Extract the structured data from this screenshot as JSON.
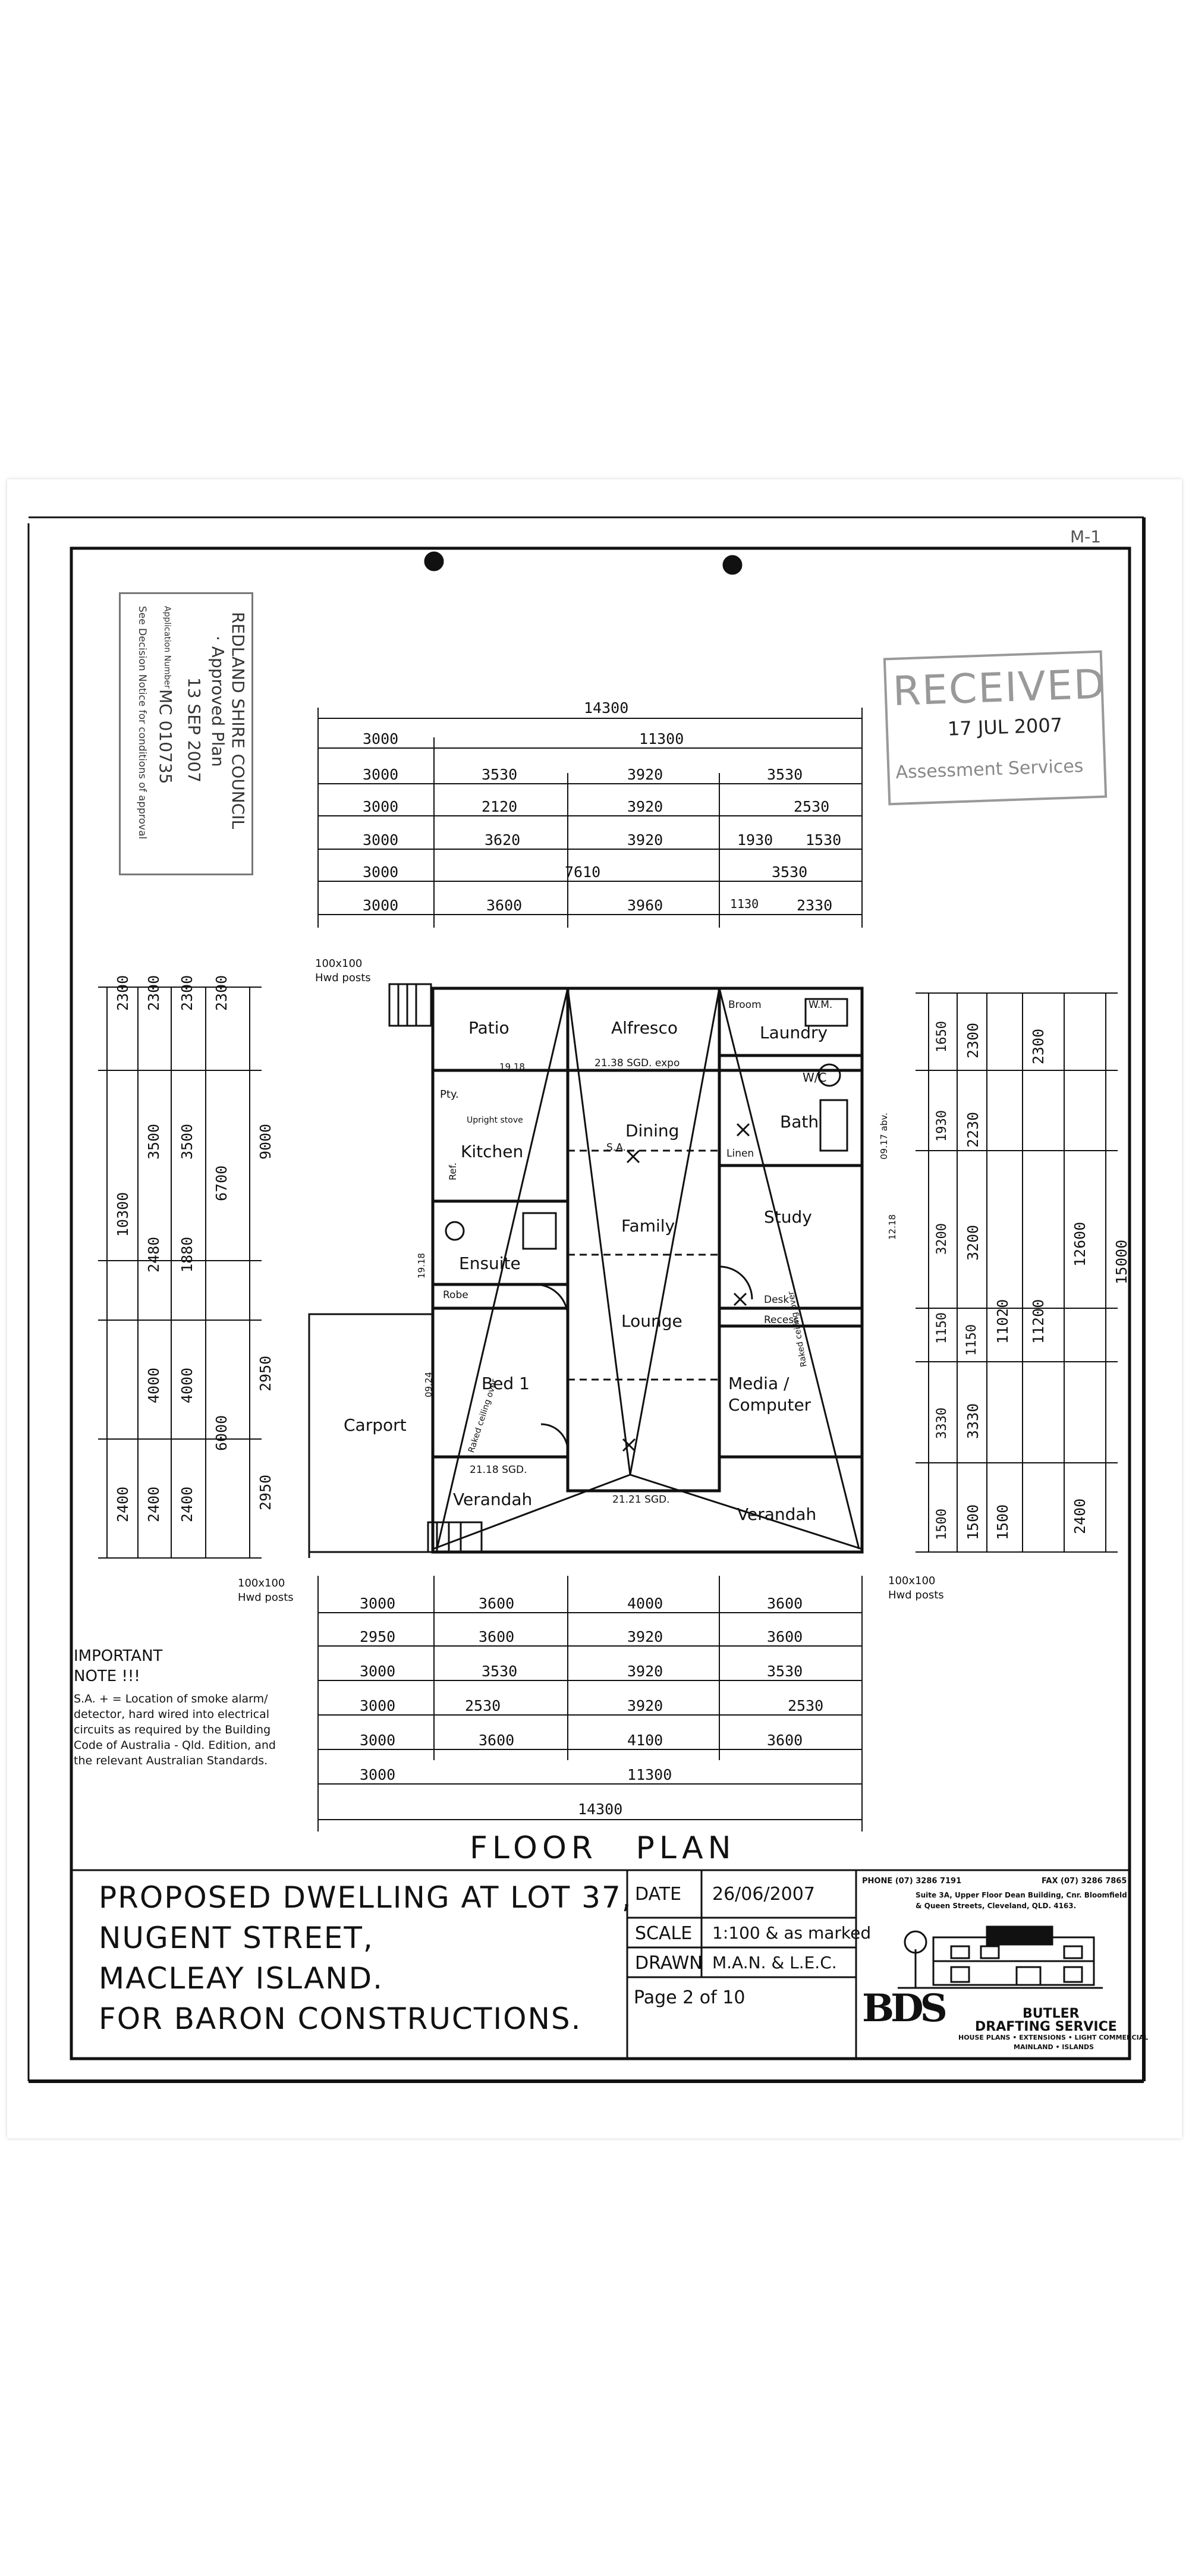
{
  "page_mark": "M-1",
  "approval_stamp": {
    "council": "REDLAND SHIRE COUNCIL",
    "status": "· Approved Plan",
    "date": "13 SEP 2007",
    "application_label": "Application Number",
    "application_number": "MC 010735",
    "note": "See Decision Notice for conditions of approval"
  },
  "received_stamp": {
    "title": "RECEIVED",
    "date": "17 JUL 2007",
    "dept": "Assessment Services"
  },
  "top_dimensions": {
    "overall": "14300",
    "row1": [
      "3000",
      "11300"
    ],
    "row2": [
      "3000",
      "3530",
      "3920",
      "3530"
    ],
    "row3": [
      "3000",
      "2120",
      "3920",
      "2530"
    ],
    "row4": [
      "3000",
      "3620",
      "3920",
      "1930",
      "1530"
    ],
    "row5": [
      "3000",
      "7610",
      "3530"
    ],
    "row6": [
      "3000",
      "3600",
      "3960",
      "1130",
      "2330"
    ]
  },
  "bottom_dimensions": {
    "row1": [
      "3000",
      "3600",
      "4000",
      "3600"
    ],
    "row2": [
      "2950",
      "3600",
      "3920",
      "3600"
    ],
    "row3": [
      "3000",
      "3530",
      "3920",
      "3530"
    ],
    "row4": [
      "3000",
      "2530",
      "3920",
      "2530"
    ],
    "row5": [
      "3000",
      "3600",
      "4100",
      "3600"
    ],
    "row6": [
      "3000",
      "11300"
    ],
    "overall": "14300"
  },
  "left_dimensions": {
    "col1": [
      "2300",
      "10300",
      "2400"
    ],
    "col2": [
      "2300",
      "3500",
      "2480",
      "4000",
      "2400"
    ],
    "col3": [
      "2300",
      "3500",
      "1880",
      "4000",
      "2400"
    ],
    "col4": [
      "2300",
      "6700",
      "6000"
    ],
    "col5": [
      "9000",
      "2950",
      "2950"
    ]
  },
  "right_dimensions": {
    "col1": [
      "1650",
      "1930",
      "3200",
      "1150",
      "3330",
      "1500"
    ],
    "col2": [
      "2300",
      "2230",
      "3200",
      "1150",
      "3330",
      "1500"
    ],
    "col3": [
      "11020",
      "1500"
    ],
    "col4": [
      "2300",
      "11200"
    ],
    "col5": [
      "12600",
      "2400"
    ],
    "col6": [
      "15000"
    ]
  },
  "rooms": {
    "patio": "Patio",
    "alfresco": "Alfresco",
    "laundry": "Laundry",
    "broom": "Broom",
    "wm": "W.M.",
    "wc": "W/C",
    "pantry": "Pty.",
    "kitchen": "Kitchen",
    "dining": "Dining",
    "bath": "Bath",
    "linen": "Linen",
    "family": "Family",
    "study": "Study",
    "ensuite": "Ensuite",
    "robe": "Robe",
    "lounge": "Lounge",
    "desk": "Desk",
    "recess": "Recess",
    "bed1": "Bed 1",
    "media": "Media /",
    "computer": "Computer",
    "carport": "Carport",
    "verandah1": "Verandah",
    "verandah2": "Verandah"
  },
  "plan_notes": {
    "posts_top": "100x100",
    "posts_top2": "Hwd posts",
    "posts_bl": "100x100",
    "posts_bl2": "Hwd posts",
    "posts_br": "100x100",
    "posts_br2": "Hwd posts",
    "sqd1": "21.38 SGD. expo",
    "sqd2": "21.21 SGD.",
    "sqd3": "21.18 SGD.",
    "sa": "S.A.",
    "ref": "Ref.",
    "fridge": "Upright stove",
    "raked1": "Raked ceiling over",
    "raked2": "Raked ceiling over",
    "ht1": "19.18",
    "ht2": "19.18",
    "ht3": "12.18",
    "ht4": "09.24",
    "ht5": "09.17 abv."
  },
  "important_note": {
    "heading1": "IMPORTANT",
    "heading2": "NOTE !!!",
    "text": [
      "S.A. + = Location of smoke alarm/",
      "detector, hard wired into electrical",
      "circuits as required by the Building",
      "Code of Australia - Qld. Edition, and",
      "the relevant Australian Standards."
    ]
  },
  "plan_title": "FLOOR PLAN",
  "title_block": {
    "project_lines": [
      "PROPOSED DWELLING AT LOT 37,",
      "NUGENT STREET,",
      "MACLEAY ISLAND.",
      "FOR BARON CONSTRUCTIONS."
    ],
    "date_label": "DATE",
    "date_value": "26/06/2007",
    "scale_label": "SCALE",
    "scale_value": "1:100 & as marked",
    "drawn_label": "DRAWN",
    "drawn_value": "M.A.N. & L.E.C.",
    "page": "Page 2 of 10",
    "phone": "PHONE (07) 3286 7191",
    "fax": "FAX (07) 3286 7865",
    "address1": "Suite 3A, Upper Floor Dean Building, Cnr. Bloomfield",
    "address2": "& Queen Streets, Cleveland, QLD. 4163.",
    "logo": "BDS",
    "company1": "BUTLER",
    "company2": "DRAFTING SERVICE",
    "company3": "HOUSE PLANS • EXTENSIONS • LIGHT COMMERCIAL",
    "company4": "MAINLAND • ISLANDS"
  }
}
